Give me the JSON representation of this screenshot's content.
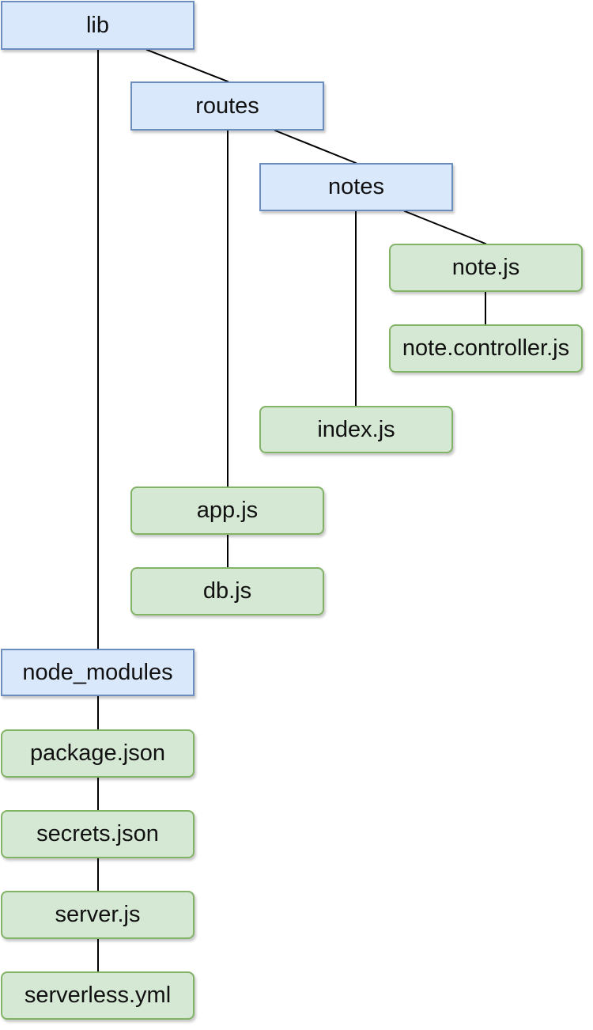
{
  "diagram": {
    "type": "file-tree",
    "folders": {
      "lib": "lib",
      "routes": "routes",
      "notes": "notes",
      "node_modules": "node_modules"
    },
    "files": {
      "note_js": "note.js",
      "note_controller_js": "note.controller.js",
      "index_js": "index.js",
      "app_js": "app.js",
      "db_js": "db.js",
      "package_json": "package.json",
      "secrets_json": "secrets.json",
      "server_js": "server.js",
      "serverless_yml": "serverless.yml"
    },
    "colors": {
      "folder_fill": "#dae8fc",
      "folder_stroke": "#6c8ebf",
      "file_fill": "#d5e8d4",
      "file_stroke": "#82b366",
      "connector": "#000000"
    }
  }
}
